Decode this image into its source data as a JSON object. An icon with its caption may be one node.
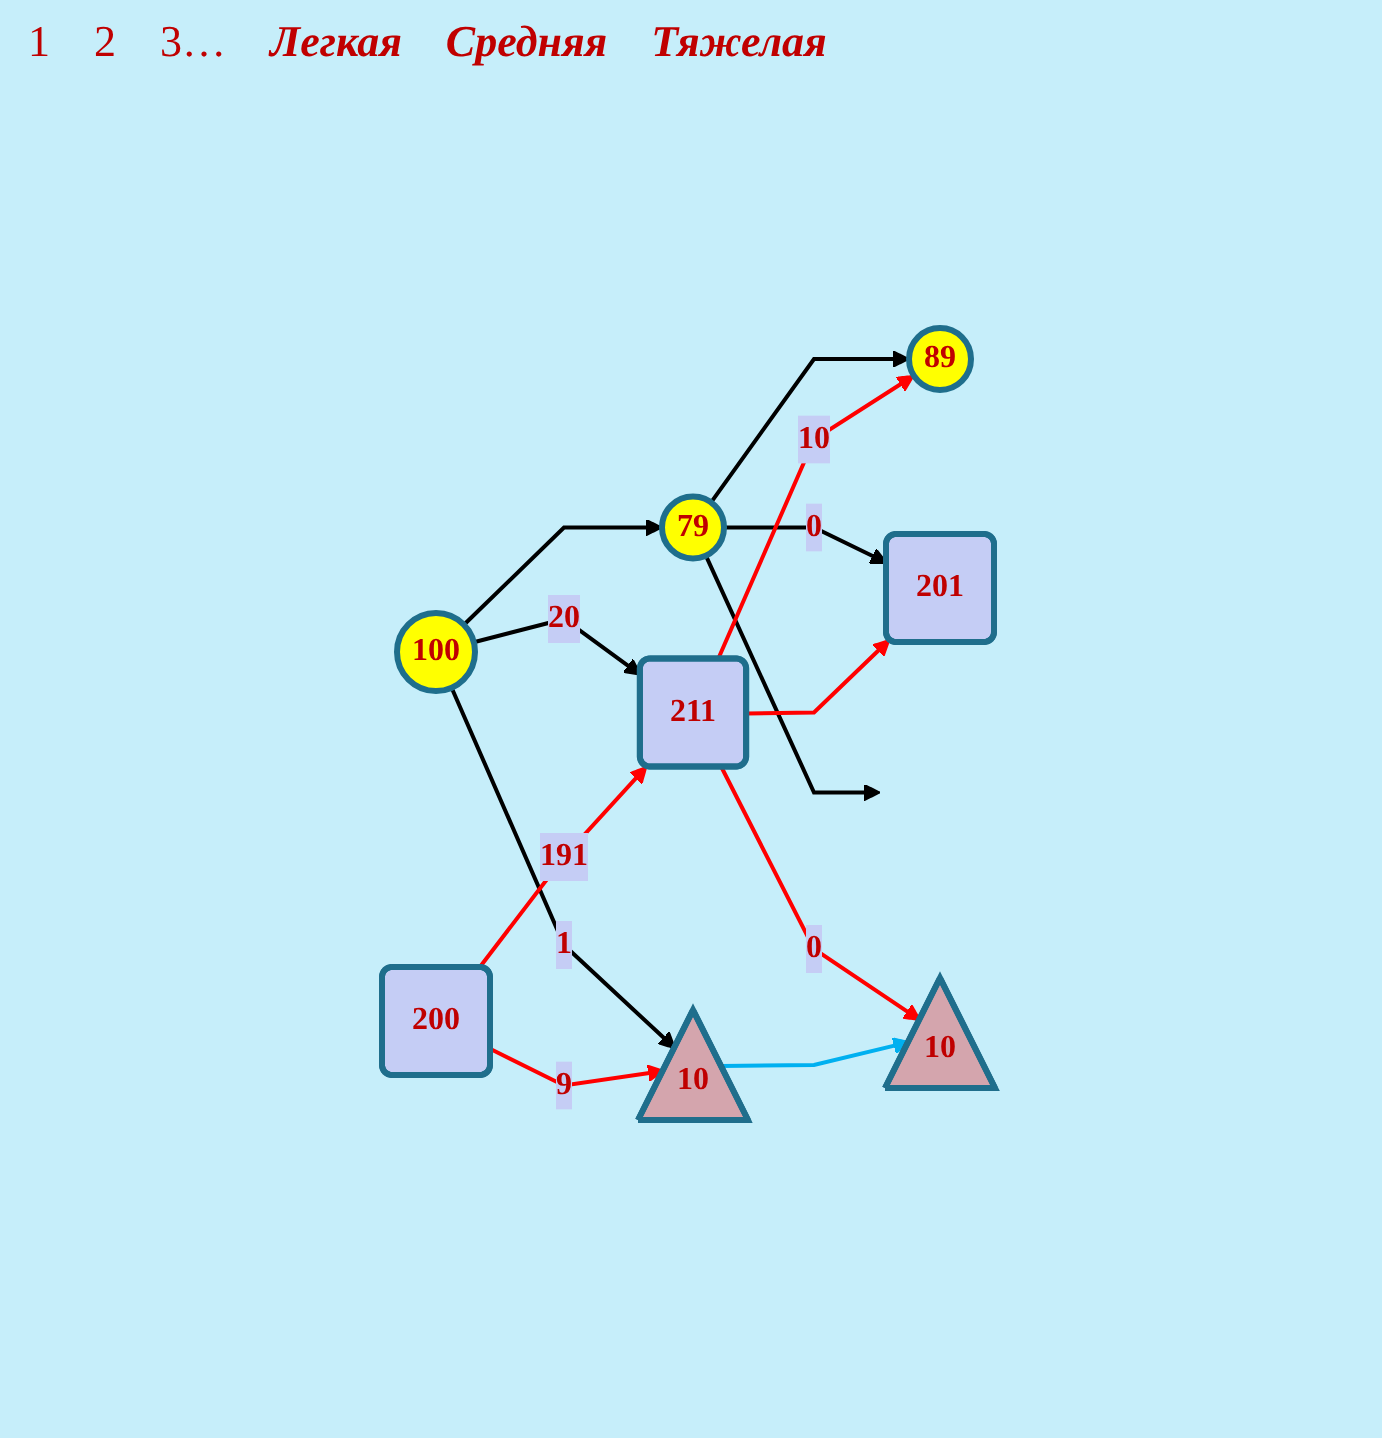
{
  "diagram": {
    "nodes": [
      {
        "text": [
          "100"
        ]
      },
      {
        "text": [
          "79"
        ]
      },
      {
        "text": [
          "89"
        ]
      },
      {
        "text": [
          "200"
        ]
      },
      {
        "text": [
          "211"
        ]
      },
      {
        "text": [
          "201"
        ]
      },
      {
        "text": [
          "10"
        ]
      },
      {
        "text": [
          "10"
        ]
      }
    ],
    "edges": [
      {
        "from": 0,
        "to": 1,
        "arrow": "to"
      },
      {
        "from": 1,
        "to": 2,
        "arrow": "to"
      },
      {
        "from": 0,
        "to": 4,
        "arrow": "to",
        "label": "20"
      },
      {
        "from": 0,
        "to": 6,
        "arrow": "to",
        "label": "1"
      },
      {
        "from": 1,
        "to": 5,
        "arrow": "to",
        "label": "0"
      },
      {
        "from": 1,
        "to": null,
        "arrow": "to"
      },
      {
        "from": 3,
        "to": 4,
        "arrow": "to",
        "label": "191",
        "color": "#ff0000"
      },
      {
        "from": 3,
        "to": 6,
        "arrow": "to",
        "label": "9",
        "color": "#ff0000"
      },
      {
        "from": 4,
        "to": 2,
        "arrow": "to",
        "label": "10",
        "color": "#ff0000"
      },
      {
        "from": 4,
        "to": 5,
        "arrow": "to",
        "color": "#ff0000"
      },
      {
        "from": 4,
        "to": 7,
        "arrow": "to",
        "label": "0",
        "color": "#ff0000"
      },
      {
        "from": 6,
        "to": 7,
        "arrow": "to",
        "color": "#00b0f0"
      }
    ],
    "labels": [
      "1",
      "2",
      "3…",
      "Легкая",
      "Средняя",
      "Тяжелая"
    ]
  }
}
